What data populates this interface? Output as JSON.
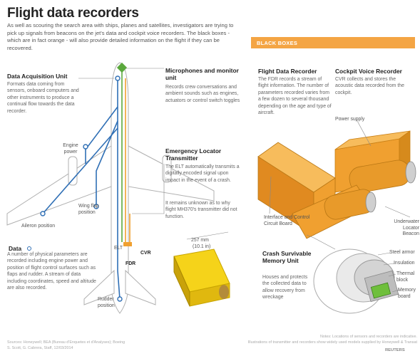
{
  "title": "Flight data recorders",
  "intro": "As well as scouring the search area with ships, planes and satellites, investigators are trying to pick up signals from beacons on the jet's data and cockpit voice recorders. The black boxes - which are in fact orange - will also provide detailed information on the flight if they can be recovered.",
  "black_boxes_label": "BLACK BOXES",
  "daq": {
    "heading": "Data Acquisition Unit",
    "text": "Formats data coming from sensors, onboard computers and other instruments to produce a continual flow towards the data recorder."
  },
  "mic": {
    "heading": "Microphones and monitor unit",
    "text": "Records crew conversations and ambient sounds such as engines, actuators or control switch toggles"
  },
  "elt": {
    "heading": "Emergency Locator Transmitter",
    "text1": "The ELT automatically transmits a digitally encoded signal upon impact in the event of a crash.",
    "text2": "It remains unknown as to why flight MH370's transmitter did not function."
  },
  "data": {
    "heading": "Data",
    "text": "A number of physical parameters are recorded including engine power and position of flight control surfaces such as flaps and rudder. A stream of data including coordinates, speed and altitude are also recorded."
  },
  "plane_labels": {
    "engine_power": "Engine power",
    "wing_flap": "Wing flap position",
    "aileron": "Aileron position",
    "rudder": "Rudder position",
    "elt_tag": "ELT",
    "fdr_tag": "FDR",
    "cvr_tag": "CVR"
  },
  "elt_size": {
    "mm": "257 mm",
    "inch": "(10.1 in)"
  },
  "fdr": {
    "heading": "Flight Data Recorder",
    "text": "The FDR records a stream of flight information. The number of parameters recorded varies from a few dozen to several thousand depending on the age and type of aircraft."
  },
  "cvr": {
    "heading": "Cockpit Voice Recorder",
    "text": "CVR collects and stores the acoustic data recorded from the cockpit."
  },
  "box_labels": {
    "power_supply": "Power supply",
    "interface": "Interface and Control Circuit Board",
    "underwater": "Underwater Locator Beacon",
    "steel_armor": "Steel armor",
    "insulation": "Insulation",
    "thermal_block": "Thermal block",
    "memory_board": "Memory board"
  },
  "csmu": {
    "heading": "Crash Survivable Memory Unit",
    "text": "Houses and protects the collected data to allow recovery from wreckage"
  },
  "footer": {
    "sources": "Sources: Honeywell; BEA (Bureau d'Enquetes et d'Analyses); Boeing",
    "credit": "S. Scott, G. Cabrera, Staff, 12/03/2014",
    "note1": "Notes: Locations of sensors and recorders are indicative.",
    "note2": "Illustrations of transmitter and recorders show widely used models supplied by Honeywell & Transat",
    "brand": "REUTERS"
  },
  "colors": {
    "orange": "#f4a544",
    "box_orange": "#f0a030",
    "wire_blue": "#2f6fb5",
    "wire_green": "#5aa83c",
    "wire_orange": "#f0a030",
    "plane_grey": "#a8a8a8",
    "elt_yellow": "#f5d31a"
  }
}
